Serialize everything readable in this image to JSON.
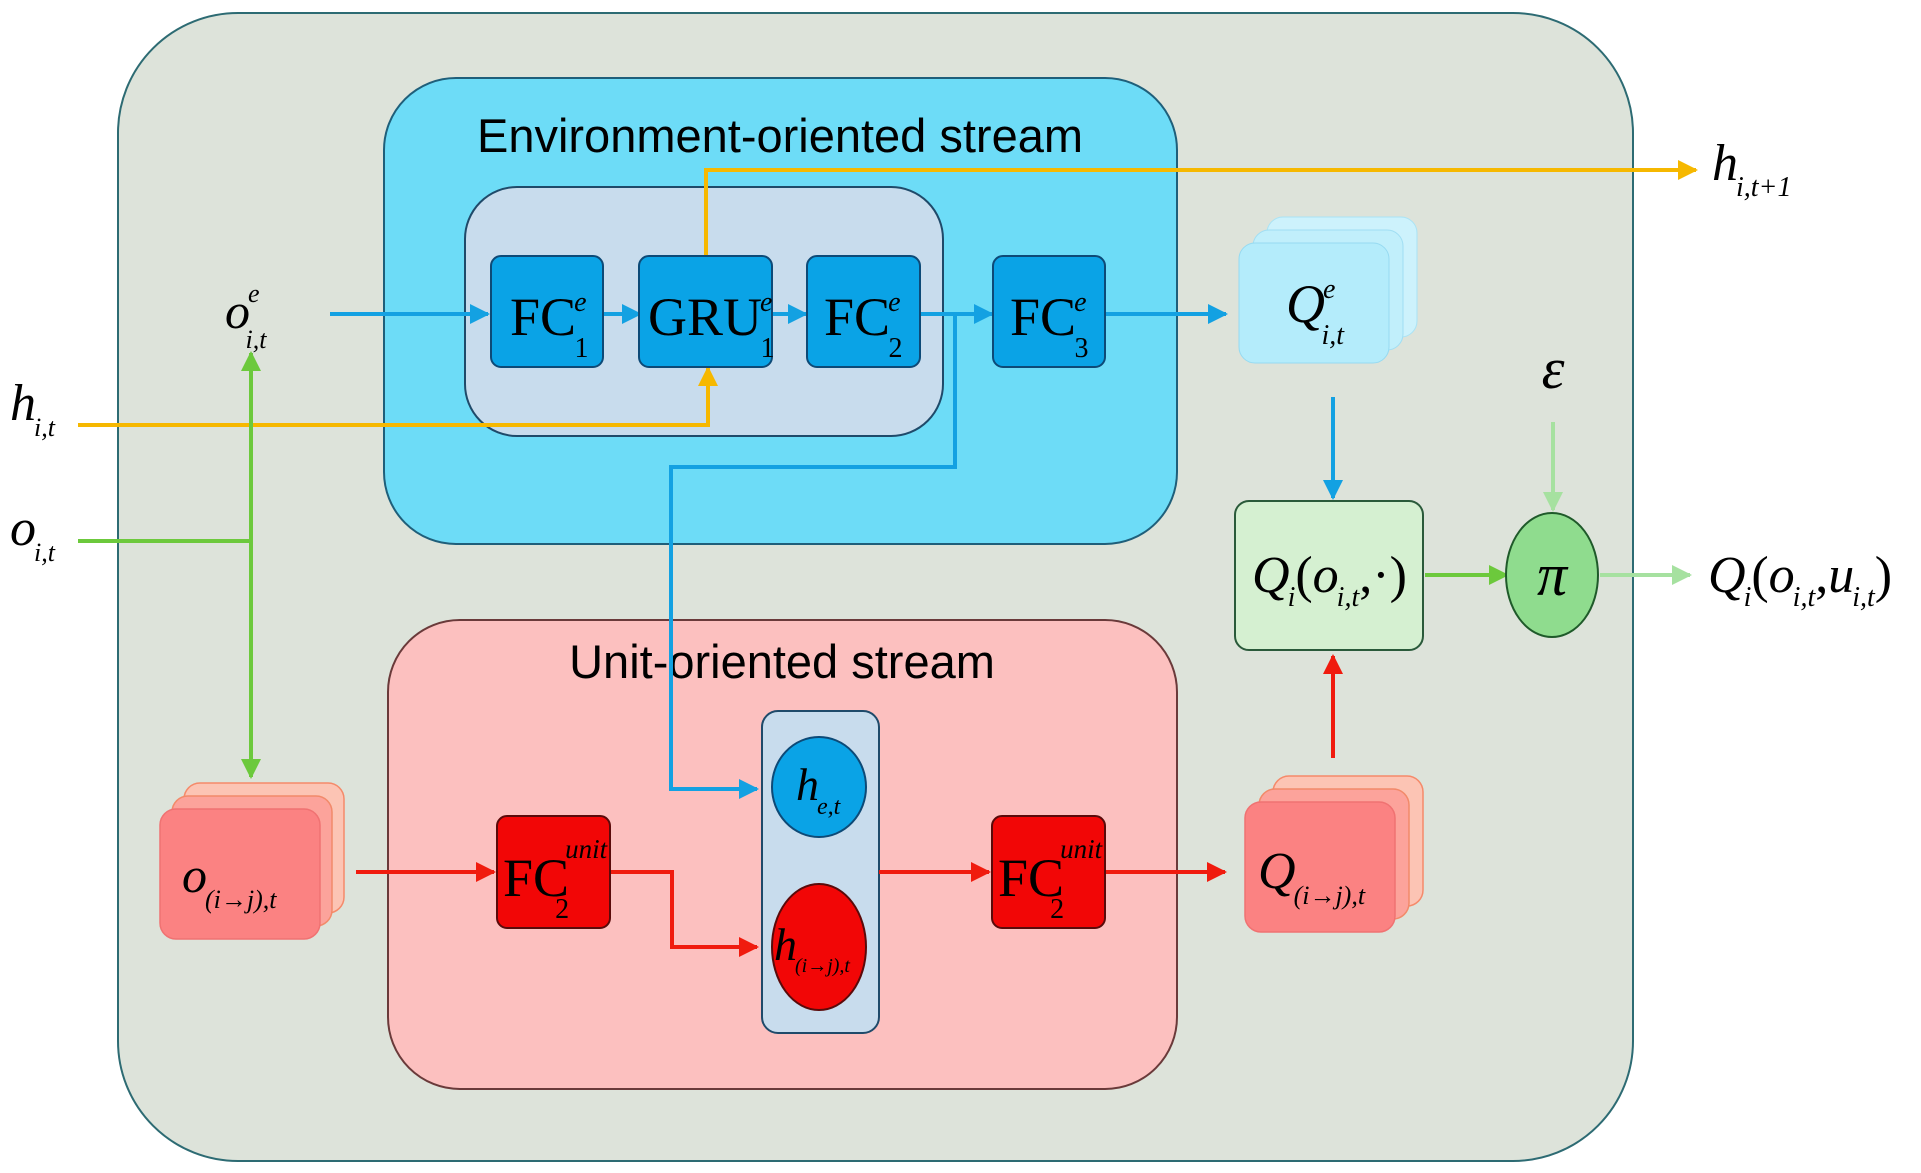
{
  "streams": {
    "environment_title": "Environment-oriented stream",
    "unit_title": "Unit-oriented stream"
  },
  "blocks": {
    "fc1e": {
      "base": "FC",
      "sup": "e",
      "sub": "1"
    },
    "gru1e": {
      "base": "GRU",
      "sup": "e",
      "sub": "1"
    },
    "fc2e": {
      "base": "FC",
      "sup": "e",
      "sub": "2"
    },
    "fc3e": {
      "base": "FC",
      "sup": "e",
      "sub": "3"
    },
    "fc2unit_left": {
      "base": "FC",
      "sup": "unit",
      "sub": "2"
    },
    "fc2unit_right": {
      "base": "FC",
      "sup": "unit",
      "sub": "2"
    }
  },
  "labels": {
    "o_e": {
      "base": "o",
      "sup": "e",
      "sub": "i,t"
    },
    "h_it": {
      "base": "h",
      "sub": "i,t"
    },
    "o_it": {
      "base": "o",
      "sub": "i,t"
    },
    "h_next": {
      "base": "h",
      "sub": "i,t+1"
    },
    "q_e": {
      "base": "Q",
      "sup": "e",
      "sub": "i,t"
    },
    "epsilon": "ε",
    "pi": "π",
    "q_mid": {
      "base": "Q",
      "sub": "i",
      "arg_base": "o",
      "arg_sub": "i,t",
      "arg_tail": ",·"
    },
    "q_out": {
      "base": "Q",
      "sub": "i",
      "arg1_base": "o",
      "arg1_sub": "i,t",
      "arg2_base": "u",
      "arg2_sub": "i,t"
    },
    "o_ij": {
      "base": "o",
      "sub": "(i→j),t"
    },
    "h_et": {
      "base": "h",
      "sub": "e,t"
    },
    "h_ij": {
      "base": "h",
      "sub": "(i→j),t"
    },
    "q_ij": {
      "base": "Q",
      "sub": "(i→j),t"
    }
  },
  "colors": {
    "outer_bg": "#dde3da",
    "env_bg": "#6ddcf7",
    "env_inner": "#c8dced",
    "blue_block": "#0aa3e6",
    "blue_arrow": "#13a1e2",
    "unit_bg": "#fcc0bf",
    "red_block": "#f20606",
    "red_arrow": "#f01b0e",
    "yellow_arrow": "#f6b800",
    "green_arrow": "#6cc93c",
    "light_green_arrow": "#a6e1a0",
    "q_mid_fill": "#d5f0d1",
    "pi_fill": "#8fdc8e",
    "q_e_fill": "#b4ecfb",
    "q_ij_fill": "#fb8282"
  }
}
